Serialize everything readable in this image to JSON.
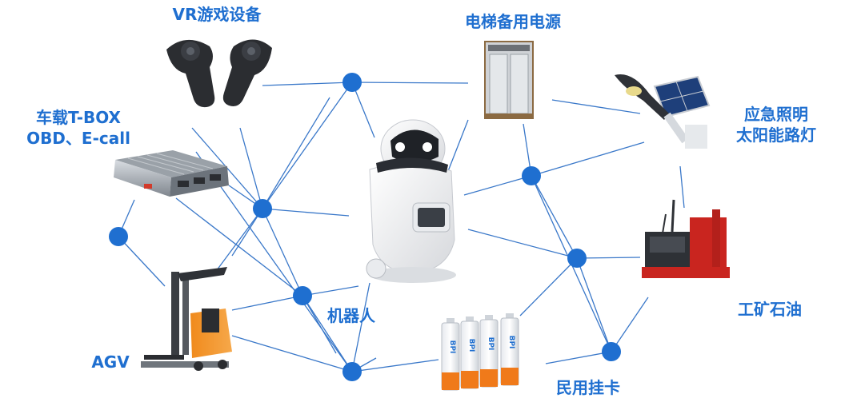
{
  "colors": {
    "accent": "#1f6fd0",
    "node": "#1f6fd0",
    "link": "#3a78c9"
  },
  "labels": {
    "vr": "VR游戏设备",
    "elevator": "电梯备用电源",
    "solar_line1": "应急照明",
    "solar_line2": "太阳能路灯",
    "tbox_line1": "车载T-BOX",
    "tbox_line2": "OBD、E-call",
    "robot": "机器人",
    "mining": "工矿石油",
    "agv": "AGV",
    "tag": "民用挂卡"
  },
  "battery_brand": "BPI",
  "icons": [
    "vr-controller-icon",
    "elevator-icon",
    "solar-street-light-icon",
    "tbox-icon",
    "robot-icon",
    "drilling-rig-icon",
    "forklift-agv-icon",
    "aa-battery-icon"
  ]
}
